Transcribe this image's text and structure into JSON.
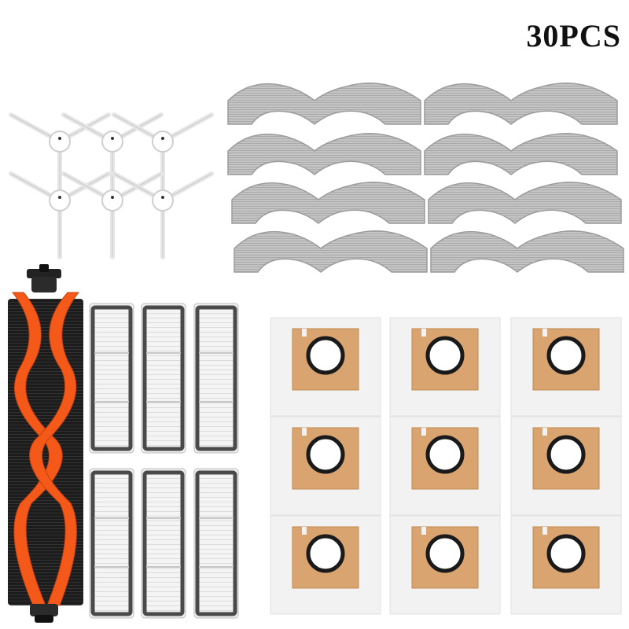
{
  "badge": {
    "text": "30PCS"
  },
  "colors": {
    "roller_orange": "#f4591a",
    "roller_bristle": "#1a1a1a",
    "mop_gray": "#b9b9b9",
    "filter_frame": "#4a4a4a",
    "bag_kraft": "#d9a46f",
    "bag_white": "#f2f2f2"
  },
  "parts": {
    "side_brush_count": 6,
    "mop_pad_count": 8,
    "main_brush_count": 1,
    "hepa_filter_count": 6,
    "dust_bag_count": 9
  }
}
